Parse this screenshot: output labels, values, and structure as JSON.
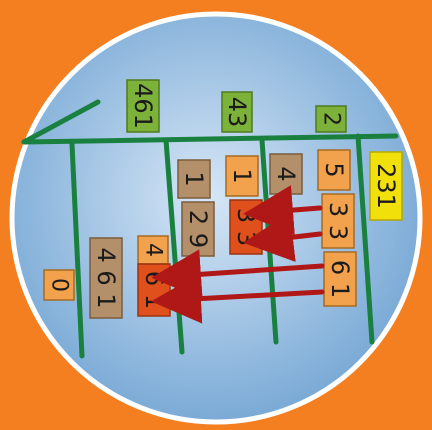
{
  "colors": {
    "background": "#f47f20",
    "circle_center": "#d6e6f6",
    "circle_edge": "#7aaad6",
    "grid_line": "#1a8040",
    "arrow": "#b01818",
    "tile_orange": "#f2a24c",
    "tile_brown": "#b3906a",
    "tile_red": "#e0501c",
    "tile_green": "#7cb23a",
    "tile_yellow": "#f2e00a"
  },
  "header_labels": [
    {
      "id": "label-461",
      "text": "461",
      "color": "tile_green"
    },
    {
      "id": "label-43",
      "text": "43",
      "color": "tile_green"
    },
    {
      "id": "label-2",
      "text": "2",
      "color": "tile_green"
    },
    {
      "id": "label-231",
      "text": "231",
      "color": "tile_yellow"
    }
  ],
  "tiles": {
    "zero": "0",
    "col_a_top": "4 6 1",
    "col_b_orange": "4",
    "col_b_red": "6 1",
    "col_c_top": "1",
    "col_c_digits": "2 9",
    "col_d_top": "1",
    "col_d_red": "3 3",
    "col_e_top": "4",
    "col_f_top": "5",
    "col_f_mid": "3 3",
    "col_f_bottom": "6 1"
  }
}
